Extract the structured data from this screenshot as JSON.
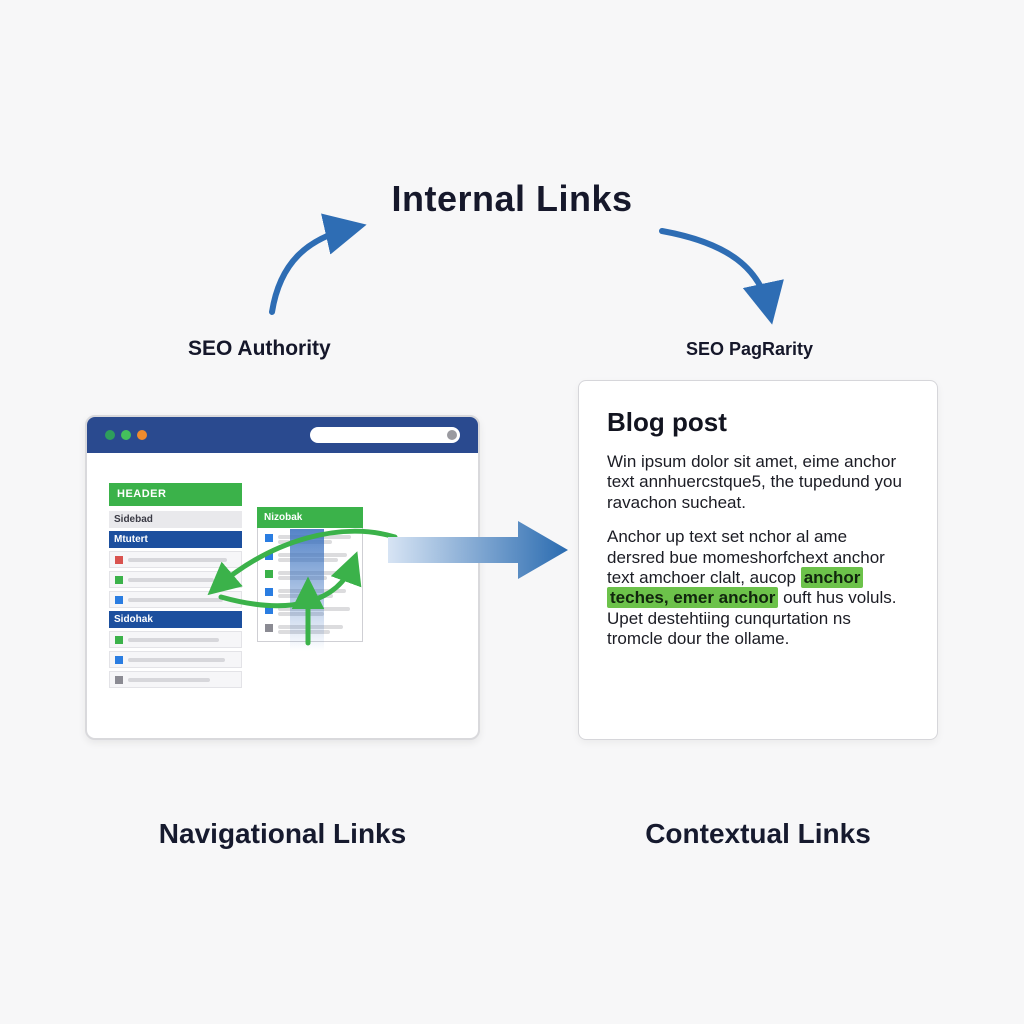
{
  "title": "Internal Links",
  "left_branch": {
    "label": "SEO Authority",
    "caption": "Navigational Links"
  },
  "right_branch": {
    "label": "SEO PagRarity",
    "caption": "Contextual Links"
  },
  "browser": {
    "header_label": "HEADER",
    "sidebar": {
      "item_top": "Sidebad",
      "item_active1": "Mtutert",
      "item_active2": "Sidohak"
    },
    "panel_title": "Nizobak"
  },
  "blog": {
    "title": "Blog post",
    "p1": "Win ipsum dolor sit amet, eime anchor text annhuercstque5, the tupedund you ravachon sucheat.",
    "p2_pre": "Anchor up text set nchor al ame dersred bue momeshorfchext anchor text amchoer clalt, aucop ",
    "p2_highlight": "anchor teches, emer anchor",
    "p2_post": " ouft hus voluls. Upet destehtiing cunqurtation ns tromcle dour the ollame."
  },
  "colors": {
    "arrow_blue": "#2e6db4",
    "titlebar_blue": "#2a4a8f",
    "brand_green": "#3bb24a",
    "highlight_green": "#6cc24a",
    "active_row_blue": "#1c4f9e",
    "text_dark": "#16182b"
  }
}
